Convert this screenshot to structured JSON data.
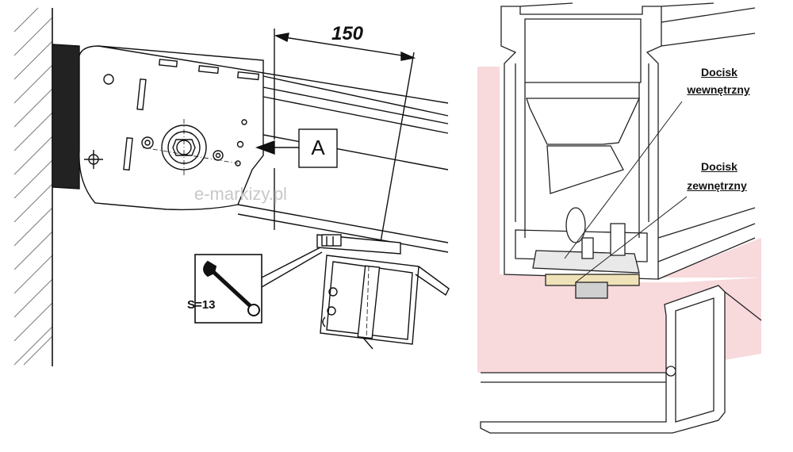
{
  "left_drawing": {
    "dimension_label": "150",
    "detail_marker": "A",
    "wrench_label": "S=13",
    "watermark": "e-markizy.pl"
  },
  "right_drawing": {
    "label_inner_line1": "Docisk",
    "label_inner_line2": "wewnętrzny",
    "label_outer_line1": "Docisk",
    "label_outer_line2": "zewnętrzny",
    "highlight_color": "#f8d9dc",
    "washer_color": "#f0e2b8"
  },
  "icons": [
    "wrench-icon",
    "arrow-marker-icon"
  ]
}
